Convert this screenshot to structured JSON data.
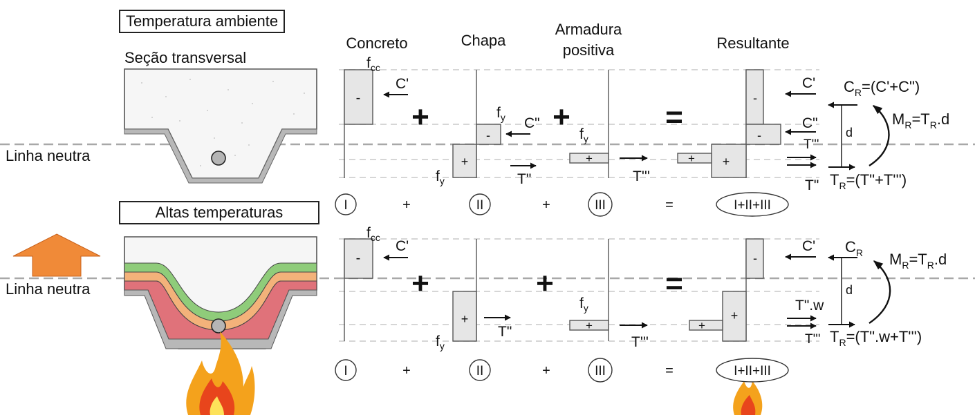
{
  "colors": {
    "grid_dash": "#c8c8c8",
    "neutral_line": "#a8a8a8",
    "block_fill": "#e6e6e6",
    "block_stroke": "#555555",
    "slab_fill": "#f6f6f6",
    "deck_gray": "#b8b8b8",
    "layer_green": "#8fcc7a",
    "layer_orange": "#f3b27a",
    "layer_red": "#e0727a",
    "arrow_orange": "#f08a38",
    "flame_outer": "#f4a21c",
    "flame_inner": "#e8451c"
  },
  "sections": {
    "top_title": "Temperatura ambiente",
    "bottom_title": "Altas temperaturas",
    "cross_section": "Seção transversal",
    "neutral_line_top": "Linha neutra",
    "neutral_line_bottom": "Linha neutra"
  },
  "headers": {
    "concrete": "Concreto",
    "sheet": "Chapa",
    "rebar_line1": "Armadura",
    "rebar_line2": "positiva",
    "resultant": "Resultante"
  },
  "operators": {
    "plus": "+",
    "equals": "="
  },
  "labels": {
    "fcc_base": "f",
    "fcc_sub": "cc",
    "fy_base": "f",
    "fy_sub": "y",
    "minus": "-",
    "plus": "+",
    "c1": "C'",
    "c2": "C\"",
    "t2": "T\"",
    "t3": "T'''",
    "d": "d",
    "t2w": "T\".w"
  },
  "equations": {
    "cr_top_base": "C",
    "cr_top_sub": "R",
    "cr_top_rest": "=(C'+C\")",
    "mr_base": "M",
    "mr_sub": "R",
    "mr_eq": "=T",
    "mr_sub2": "R",
    "mr_rest": ".d",
    "tr_top_base": "T",
    "tr_top_sub": "R",
    "tr_top_rest": "=(T\"+T''')",
    "cr_bottom_base": "C",
    "cr_bottom_sub": "R",
    "tr_bottom_base": "T",
    "tr_bottom_sub": "R",
    "tr_bottom_rest": "=(T\".w+T''')"
  },
  "circles": {
    "i": "I",
    "ii": "II",
    "iii": "III",
    "sum": "I+II+III"
  }
}
